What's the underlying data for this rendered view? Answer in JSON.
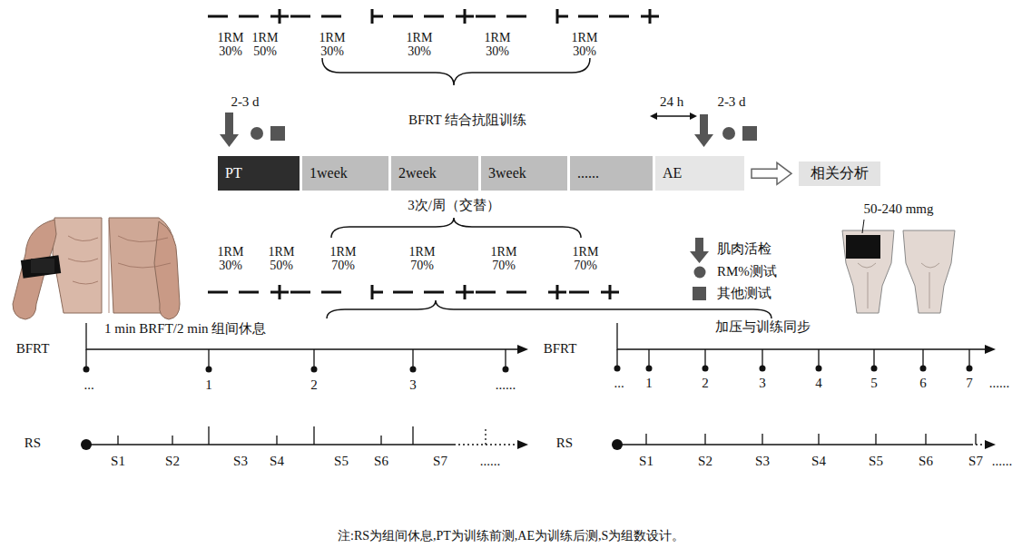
{
  "diagram": {
    "caption": "注:RS为组间休息,PT为训练前测,AE为训练后测,S为组数设计。",
    "nodes": [
      {
        "text": [
          "PT"
        ]
      },
      {
        "text": [
          "1week"
        ]
      },
      {
        "text": [
          "2week"
        ]
      },
      {
        "text": [
          "3week"
        ]
      },
      {
        "text": [
          "......"
        ]
      },
      {
        "text": [
          "AE"
        ]
      },
      {
        "text": [
          "相关分析"
        ]
      }
    ],
    "edges": [
      {
        "from": 5,
        "to": 6,
        "arrow": "to"
      }
    ],
    "labels": [
      "1RM 30%",
      "1RM 50%",
      "1RM 30%",
      "1RM 30%",
      "1RM 30%",
      "1RM 30%",
      "2-3 d",
      "BFRT 结合抗阻训练",
      "24 h",
      "2-3 d",
      "3次/周（交替）",
      "50-240 mmg",
      "1RM 30%",
      "1RM 50%",
      "1RM 70%",
      "1RM 70%",
      "1RM 70%",
      "1RM 70%",
      "1 min BRFT/2 min 组间休息",
      "加压与训练同步",
      "BFRT",
      "...",
      "1",
      "2",
      "3",
      "......",
      "RS",
      "S1",
      "S2",
      "S3",
      "S4",
      "S5",
      "S6",
      "S7",
      "......",
      "BFRT",
      "...",
      "1",
      "2",
      "3",
      "4",
      "5",
      "6",
      "7",
      "......",
      "RS",
      "S1",
      "S2",
      "S3",
      "S4",
      "S5",
      "S6",
      "S7",
      "......"
    ],
    "legend": [
      {
        "text": "肌肉活检"
      },
      {
        "text": "RM%测试"
      },
      {
        "text": "其他测试"
      }
    ]
  }
}
